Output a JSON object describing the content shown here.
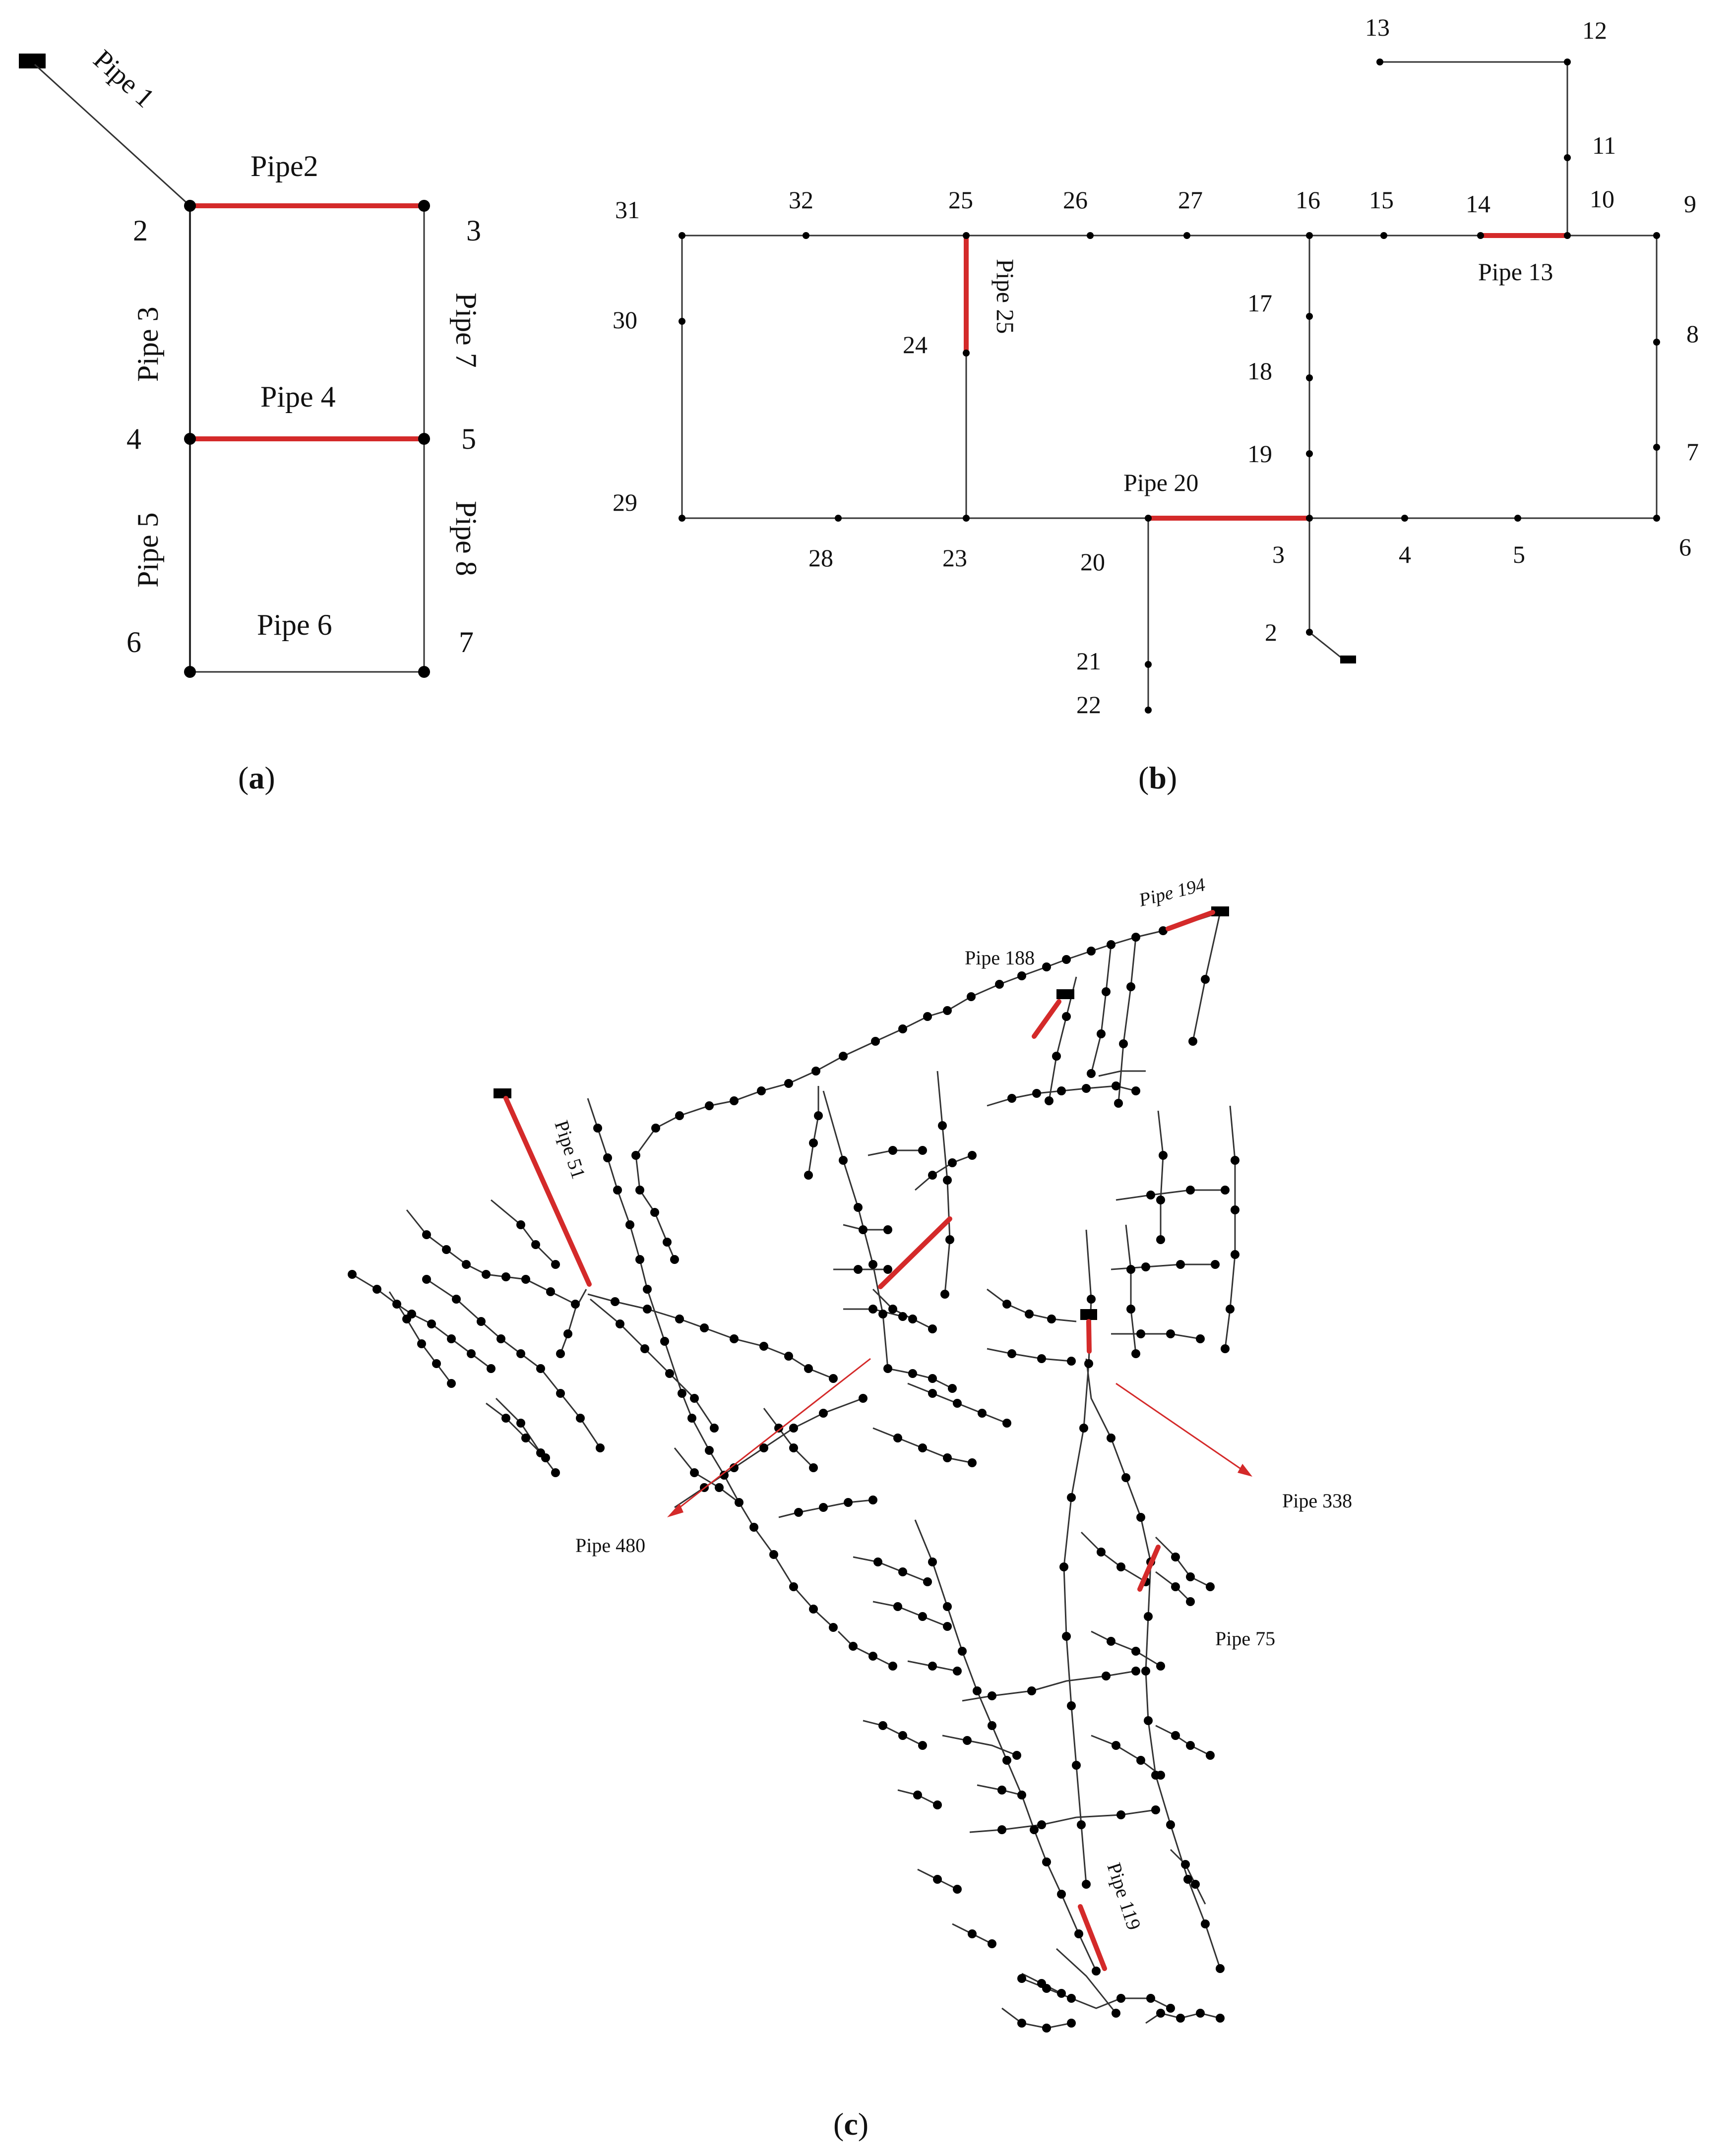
{
  "panels": {
    "a": {
      "caption": "(a)",
      "nodes": [
        "2",
        "3",
        "4",
        "5",
        "6",
        "7"
      ],
      "pipes": [
        "Pipe 1",
        "Pipe2",
        "Pipe 3",
        "Pipe 4",
        "Pipe 5",
        "Pipe 6",
        "Pipe 7",
        "Pipe 8"
      ],
      "highlighted": [
        "Pipe2",
        "Pipe 4"
      ]
    },
    "b": {
      "caption": "(b)",
      "nodes": [
        "2",
        "3",
        "4",
        "5",
        "6",
        "7",
        "8",
        "9",
        "10",
        "11",
        "12",
        "13",
        "14",
        "15",
        "16",
        "17",
        "18",
        "19",
        "20",
        "21",
        "22",
        "23",
        "24",
        "25",
        "26",
        "27",
        "28",
        "29",
        "30",
        "31",
        "32"
      ],
      "pipes": [
        "Pipe 13",
        "Pipe 20",
        "Pipe 25"
      ],
      "highlighted": [
        "Pipe 13",
        "Pipe 20",
        "Pipe 25"
      ]
    },
    "c": {
      "caption": "(c)",
      "pipes": [
        "Pipe 194",
        "Pipe 188",
        "Pipe 51",
        "Pipe 480",
        "Pipe 338",
        "Pipe 75",
        "Pipe 119"
      ],
      "highlighted": [
        "Pipe 194",
        "Pipe 188",
        "Pipe 51",
        "Pipe 480",
        "Pipe 338",
        "Pipe 75",
        "Pipe 119"
      ]
    }
  },
  "colors": {
    "highlight": "#d42a2a",
    "network": "#2a2a2a",
    "background": "#ffffff"
  }
}
